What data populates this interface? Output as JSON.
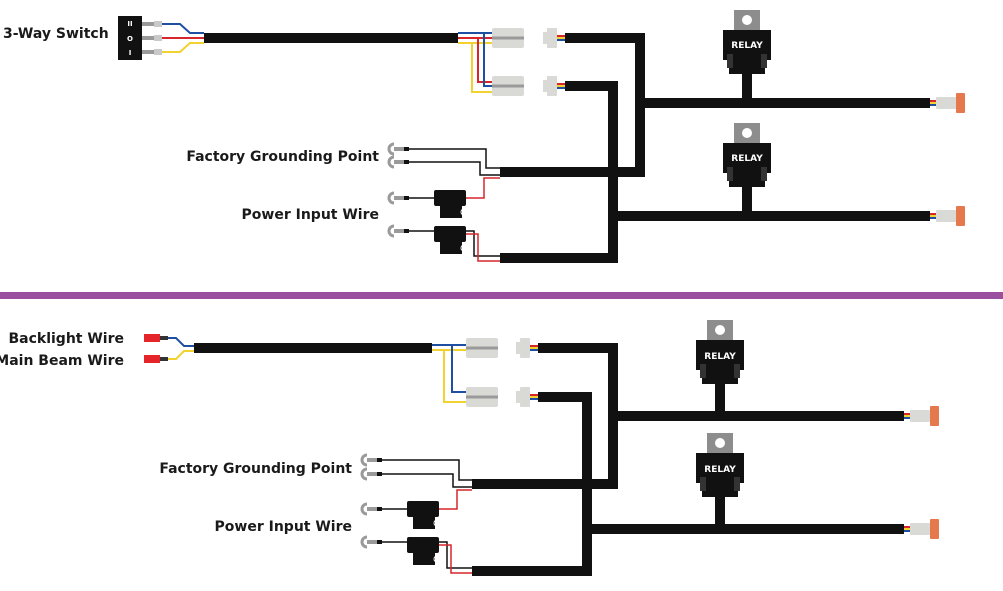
{
  "colors": {
    "harness": "#111111",
    "wire_blue": "#1f4fa3",
    "wire_red": "#d6262b",
    "wire_yellow": "#f2d230",
    "connector_grey": "#d9d9d6",
    "plug_orange": "#e5784d",
    "divider_purple": "#9b4f9f",
    "terminal_red": "#e5252a"
  },
  "top_diagram": {
    "switch_label": "3-Way Switch",
    "switch_marks": [
      "I",
      "O",
      "II"
    ],
    "ground_label": "Factory Grounding Point",
    "power_label": "Power Input Wire",
    "relay_labels": [
      "RELAY",
      "RELAY"
    ]
  },
  "bottom_diagram": {
    "backlight_label": "Backlight Wire",
    "main_beam_label": "Main Beam Wire",
    "ground_label": "Factory Grounding Point",
    "power_label": "Power Input Wire",
    "relay_labels": [
      "RELAY",
      "RELAY"
    ]
  },
  "icons": [
    "toggle-switch-icon",
    "relay-icon",
    "fuse-holder-icon",
    "ring-terminal-icon",
    "connector-plug-icon"
  ]
}
